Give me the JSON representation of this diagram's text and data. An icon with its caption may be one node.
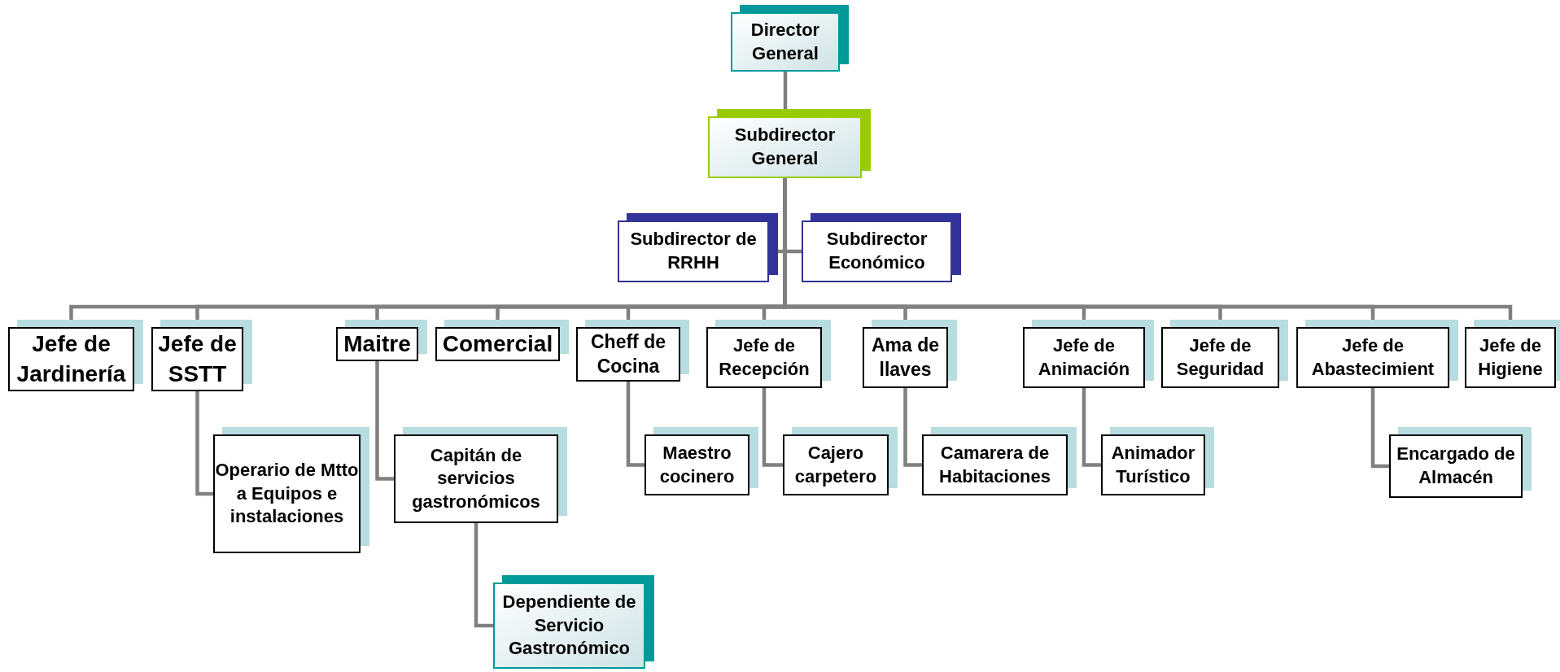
{
  "diagram": {
    "nodes": [
      {
        "text": [
          "Director General"
        ]
      },
      {
        "text": [
          "Subdirector General"
        ]
      },
      {
        "text": [
          "Subdirector de RRHH"
        ]
      },
      {
        "text": [
          "Subdirector Económico"
        ]
      },
      {
        "text": [
          "Jefe de Jardinería"
        ]
      },
      {
        "text": [
          "Jefe de SSTT"
        ]
      },
      {
        "text": [
          "Maitre"
        ]
      },
      {
        "text": [
          "Comercial"
        ]
      },
      {
        "text": [
          "Cheff de Cocina"
        ]
      },
      {
        "text": [
          "Jefe de Recepción"
        ]
      },
      {
        "text": [
          "Ama de llaves"
        ]
      },
      {
        "text": [
          "Jefe de Animación"
        ]
      },
      {
        "text": [
          "Jefe de Seguridad"
        ]
      },
      {
        "text": [
          "Jefe de Abastecimient"
        ]
      },
      {
        "text": [
          "Jefe de Higiene"
        ]
      },
      {
        "text": [
          "Operario de Mtto a Equipos e instalaciones"
        ]
      },
      {
        "text": [
          "Capitán de servicios gastronómicos"
        ]
      },
      {
        "text": [
          "Dependiente de Servicio Gastronómico"
        ]
      },
      {
        "text": [
          "Maestro cocinero"
        ]
      },
      {
        "text": [
          "Cajero carpetero"
        ]
      },
      {
        "text": [
          "Camarera de Habitaciones"
        ]
      },
      {
        "text": [
          "Animador Turístico"
        ]
      },
      {
        "text": [
          "Encargado de Almacén"
        ]
      }
    ],
    "edges": [
      {
        "from": 0,
        "to": 1,
        "arrow": "none"
      },
      {
        "from": 1,
        "to": 2,
        "arrow": "none"
      },
      {
        "from": 1,
        "to": 3,
        "arrow": "none"
      },
      {
        "from": 1,
        "to": 4,
        "arrow": "none"
      },
      {
        "from": 1,
        "to": 5,
        "arrow": "none"
      },
      {
        "from": 1,
        "to": 6,
        "arrow": "none"
      },
      {
        "from": 1,
        "to": 7,
        "arrow": "none"
      },
      {
        "from": 1,
        "to": 8,
        "arrow": "none"
      },
      {
        "from": 1,
        "to": 9,
        "arrow": "none"
      },
      {
        "from": 1,
        "to": 10,
        "arrow": "none"
      },
      {
        "from": 1,
        "to": 11,
        "arrow": "none"
      },
      {
        "from": 1,
        "to": 12,
        "arrow": "none"
      },
      {
        "from": 1,
        "to": 13,
        "arrow": "none"
      },
      {
        "from": 1,
        "to": 14,
        "arrow": "none"
      },
      {
        "from": 5,
        "to": 15,
        "arrow": "none"
      },
      {
        "from": 6,
        "to": 16,
        "arrow": "none"
      },
      {
        "from": 16,
        "to": 17,
        "arrow": "none"
      },
      {
        "from": 8,
        "to": 18,
        "arrow": "none"
      },
      {
        "from": 9,
        "to": 19,
        "arrow": "none"
      },
      {
        "from": 10,
        "to": 20,
        "arrow": "none"
      },
      {
        "from": 11,
        "to": 21,
        "arrow": "none"
      },
      {
        "from": 13,
        "to": 22,
        "arrow": "none"
      }
    ]
  }
}
